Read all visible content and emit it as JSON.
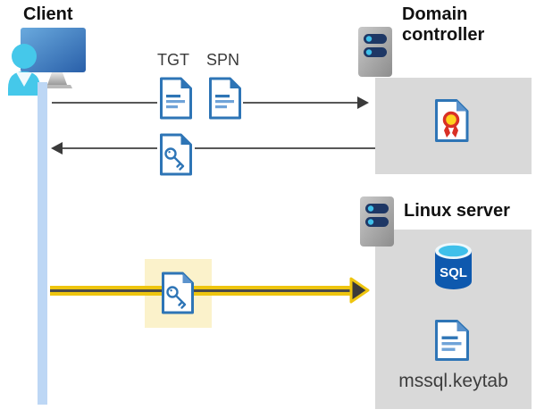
{
  "nodes": {
    "client": {
      "label": "Client"
    },
    "domain_controller": {
      "label": "Domain controller"
    },
    "linux_server": {
      "label": "Linux server"
    }
  },
  "tickets": {
    "tgt_label": "TGT",
    "spn_label": "SPN"
  },
  "artifacts": {
    "sql_label": "SQL",
    "keytab_label": "mssql.keytab"
  },
  "icons": [
    "client-workstation-icon",
    "server-icon",
    "tgt-document-icon",
    "spn-document-icon",
    "key-document-icon",
    "certificate-document-icon",
    "sql-database-icon",
    "keytab-document-icon"
  ],
  "colors": {
    "document_blue": "#2e75b6",
    "document_line_light_blue": "#6fa3d8",
    "arrow_gray": "#575757",
    "arrowhead_dark": "#3a3a3a",
    "accent_yellow": "#eec50f",
    "highlight_yellow": "#fbf2cb",
    "box_gray": "#d9d9d9",
    "client_timeline_blue": "#bdd7f5",
    "sql_blue": "#0e59ae",
    "cyan_accent": "#3fc0ea",
    "cert_red": "#d93025",
    "cert_yellow": "#ffd21e"
  }
}
